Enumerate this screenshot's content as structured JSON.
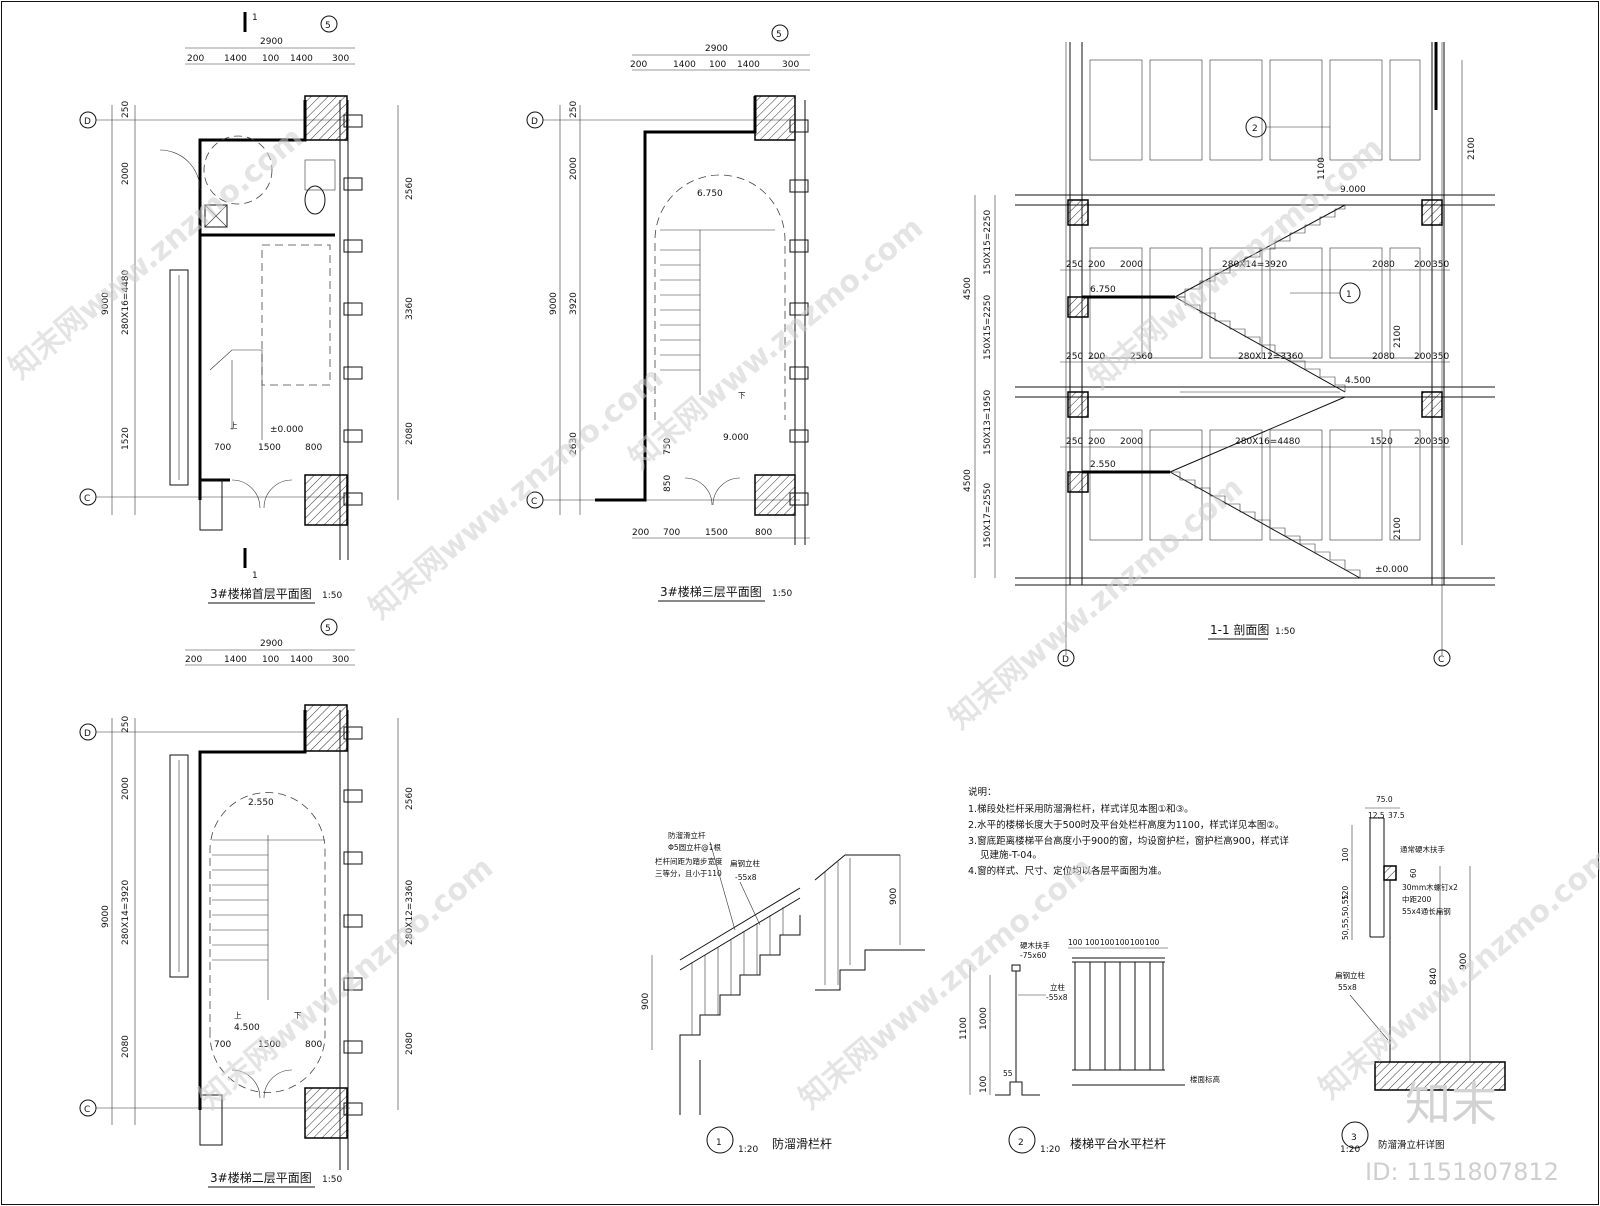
{
  "titles": {
    "plan_ground": "3#楼梯首层平面图",
    "plan_third": "3#楼梯三层平面图",
    "plan_second": "3#楼梯二层平面图",
    "section": "1-1 剖面图",
    "scale_50": "1:50",
    "scale_20": "1:20"
  },
  "axes": {
    "d": "D",
    "c": "C",
    "five": "5",
    "one": "1",
    "two": "2",
    "three": "3"
  },
  "section_cut": "1",
  "plan_dims": {
    "total_w": "2900",
    "w200": "200",
    "w1400": "1400",
    "w100": "100",
    "w300": "300",
    "door_700": "700",
    "door_1500": "1500",
    "door_800": "800",
    "w250": "250",
    "h250": "250",
    "h200": "200",
    "h2000": "2000",
    "h9000": "9000",
    "h1520": "1520",
    "h350": "350",
    "h2560": "2560",
    "h3360": "3360",
    "h2080": "2080",
    "h300": "300",
    "h3920": "3920",
    "h2630": "2630",
    "h750": "750",
    "h850": "850",
    "run_ground": "280X16=4480",
    "run_second": "280X14=3920",
    "run_second_r": "280X12=3360"
  },
  "levels": {
    "l0": "±0.000",
    "l2550": "2.550",
    "l4500": "4.500",
    "l6750": "6.750",
    "l9000": "9.000"
  },
  "plan_labels": {
    "up": "上",
    "down": "下"
  },
  "section_dims": {
    "s1": "150X15=2250",
    "s2": "150X15=2250",
    "s3": "150X13=1950",
    "s4": "150X17=2550",
    "h4500a": "4500",
    "h4500b": "4500",
    "h1100": "1100",
    "h2100a": "2100",
    "h2100b": "2100",
    "h2100c": "2100",
    "r1": "280X14=3920",
    "r2": "280X12=3360",
    "r3": "280X16=4480",
    "d250": "250",
    "d200": "200",
    "d2000": "2000",
    "d2560": "2560",
    "d2080": "2080",
    "d1520": "1520",
    "d350": "350"
  },
  "notes": {
    "head": "说明：",
    "n1": "1.梯段处栏杆采用防溜滑栏杆，样式详见本图①和③。",
    "n2": "2.水平的楼梯长度大于500时及平台处栏杆高度为1100，样式详见本图②。",
    "n3": "3.窗底距离楼梯平台高度小于900的窗，均设窗护栏，窗护栏高900，样式详",
    "n3b": "见建施-T-04。",
    "n4": "4.窗的样式、尺寸、定位均以各层平面图为准。"
  },
  "detail1": {
    "title": "防溜滑栏杆",
    "lbl_a": "防溜滑立杆",
    "lbl_b": "Φ5圆立杆@1根",
    "lbl_c": "栏杆间距为踏步宽度",
    "lbl_d": "三等分，且小于110",
    "lbl_e": "扁钢立柱",
    "lbl_f": "-55x8",
    "h900a": "900",
    "h900b": "900"
  },
  "detail2": {
    "title": "楼梯平台水平栏杆",
    "lbl_a": "硬木扶手",
    "lbl_b": "-75x60",
    "lbl_c": "立柱",
    "lbl_d": "-55x8",
    "lbl_e": "楼面标高",
    "h1100": "1100",
    "h1000": "1000",
    "h100": "100",
    "h55": "55",
    "spacing": "100"
  },
  "detail3": {
    "title": "防溜滑立杆详图",
    "d75": "75.0",
    "d12": "12.5",
    "d37": "37.5",
    "lbl_a": "通常硬木扶手",
    "lbl_b": "30mm木螺钉x2",
    "lbl_c": "中距200",
    "lbl_d": "55x4通长扁钢",
    "lbl_e": "扁钢立柱",
    "lbl_f": "55x8",
    "h100": "100",
    "h120": "120",
    "h60": "60",
    "h55": "50,55,50,55",
    "h840": "840",
    "h900": "900"
  },
  "watermark": {
    "text": "知末网www.znzmo.com",
    "brand": "知末",
    "id": "ID: 1151807812"
  }
}
